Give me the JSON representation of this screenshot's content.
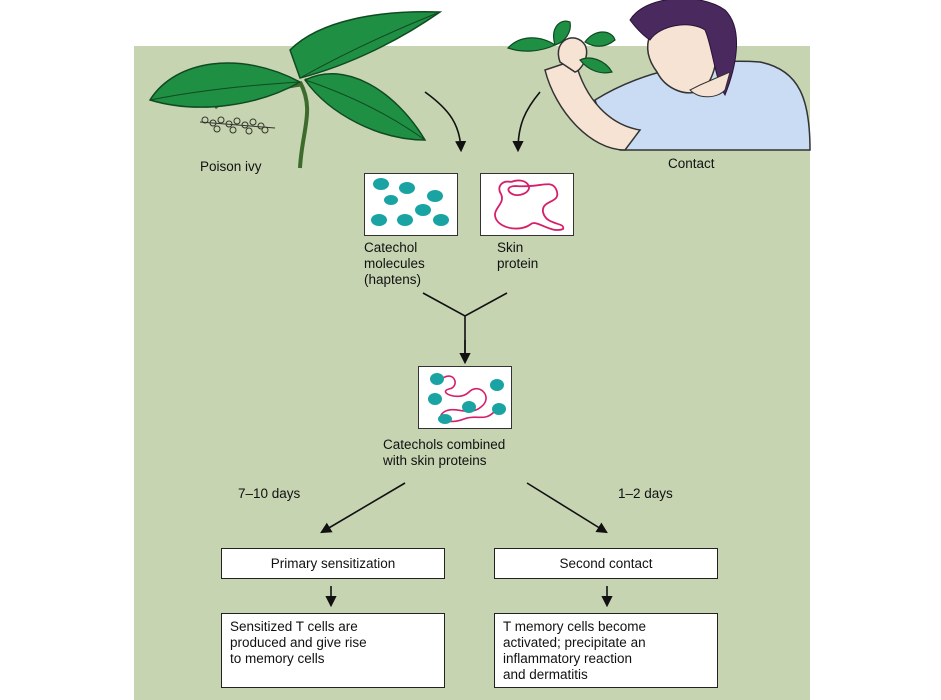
{
  "labels": {
    "poison_ivy": "Poison ivy",
    "contact": "Contact",
    "catechol": "Catechol\nmolecules\n(haptens)",
    "skin_protein": "Skin\nprotein",
    "combined": "Catechols combined\nwith skin proteins",
    "days_left": "7–10 days",
    "days_right": "1–2 days"
  },
  "left_branch": {
    "title": "Primary sensitization",
    "result": "Sensitized T cells are\nproduced and give rise\nto memory cells"
  },
  "right_branch": {
    "title": "Second contact",
    "result": "T memory cells become\nactivated; precipitate an\ninflammatory reaction\nand dermatitis"
  },
  "colors": {
    "background_panel": "#c6d4b2",
    "leaf_green": "#1f8f43",
    "hapten_teal": "#1aa3a3",
    "protein_pink": "#d61f6a",
    "shirt_blue": "#c9dcf4",
    "hair_purple": "#4a2a5e"
  }
}
